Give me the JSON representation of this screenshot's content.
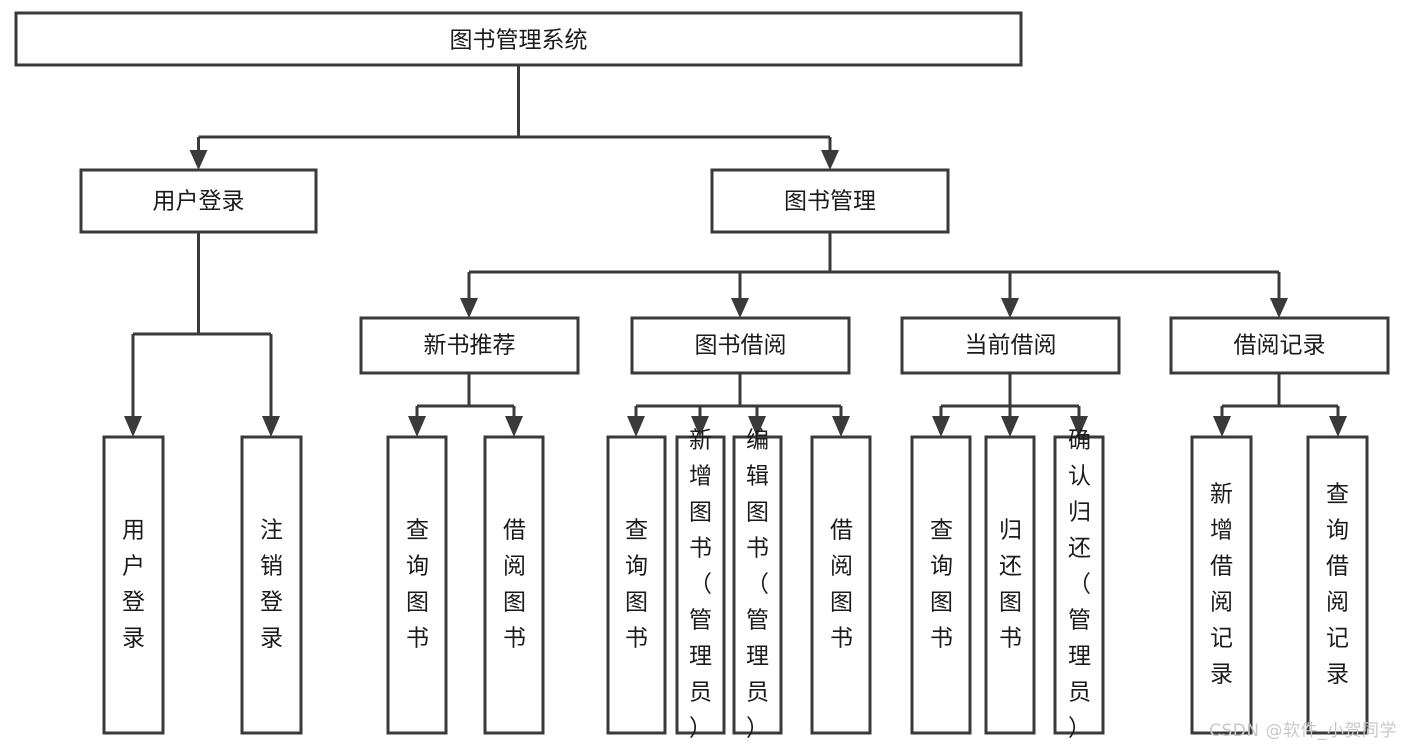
{
  "diagram": {
    "type": "tree-hierarchy",
    "title": "图书管理系统",
    "watermark": "CSDN @软件_小贺同学",
    "colors": {
      "background": "#ffffff",
      "box_fill": "#ffffff",
      "box_stroke": "#3a3a3a",
      "text": "#1b1b1b",
      "watermark": "#c9c9c9"
    },
    "levels": [
      {
        "level": 1,
        "nodes": [
          {
            "id": "root",
            "label": "图书管理系统",
            "orientation": "horizontal"
          }
        ]
      },
      {
        "level": 2,
        "nodes": [
          {
            "id": "user-login",
            "label": "用户登录",
            "orientation": "horizontal",
            "parent": "root"
          },
          {
            "id": "book-manage",
            "label": "图书管理",
            "orientation": "horizontal",
            "parent": "root"
          }
        ]
      },
      {
        "level": 3,
        "nodes": [
          {
            "id": "new-book-rec",
            "label": "新书推荐",
            "orientation": "horizontal",
            "parent": "book-manage"
          },
          {
            "id": "book-borrow",
            "label": "图书借阅",
            "orientation": "horizontal",
            "parent": "book-manage"
          },
          {
            "id": "current-borrow",
            "label": "当前借阅",
            "orientation": "horizontal",
            "parent": "book-manage"
          },
          {
            "id": "borrow-record",
            "label": "借阅记录",
            "orientation": "horizontal",
            "parent": "book-manage"
          }
        ]
      },
      {
        "level": 4,
        "nodes": [
          {
            "id": "leaf-user-login",
            "label": "用户登录",
            "orientation": "vertical",
            "parent": "user-login"
          },
          {
            "id": "leaf-logout",
            "label": "注销登录",
            "orientation": "vertical",
            "parent": "user-login"
          },
          {
            "id": "leaf-query-book-1",
            "label": "查询图书",
            "orientation": "vertical",
            "parent": "new-book-rec"
          },
          {
            "id": "leaf-borrow-book-1",
            "label": "借阅图书",
            "orientation": "vertical",
            "parent": "new-book-rec"
          },
          {
            "id": "leaf-query-book-2",
            "label": "查询图书",
            "orientation": "vertical",
            "parent": "book-borrow"
          },
          {
            "id": "leaf-add-book",
            "label": "新增图书（管理员）",
            "orientation": "vertical",
            "parent": "book-borrow"
          },
          {
            "id": "leaf-edit-book",
            "label": "编辑图书（管理员）",
            "orientation": "vertical",
            "parent": "book-borrow"
          },
          {
            "id": "leaf-borrow-book-2",
            "label": "借阅图书",
            "orientation": "vertical",
            "parent": "book-borrow"
          },
          {
            "id": "leaf-query-book-3",
            "label": "查询图书",
            "orientation": "vertical",
            "parent": "current-borrow"
          },
          {
            "id": "leaf-return-book",
            "label": "归还图书",
            "orientation": "vertical",
            "parent": "current-borrow"
          },
          {
            "id": "leaf-confirm-return",
            "label": "确认归还（管理员）",
            "orientation": "vertical",
            "parent": "current-borrow"
          },
          {
            "id": "leaf-add-record",
            "label": "新增借阅记录",
            "orientation": "vertical",
            "parent": "borrow-record"
          },
          {
            "id": "leaf-query-record",
            "label": "查询借阅记录",
            "orientation": "vertical",
            "parent": "borrow-record"
          }
        ]
      }
    ]
  },
  "labels": {
    "root": "图书管理系统",
    "user_login": "用户登录",
    "book_manage": "图书管理",
    "new_book_rec": "新书推荐",
    "book_borrow": "图书借阅",
    "current_borrow": "当前借阅",
    "borrow_record": "借阅记录",
    "leaf_user_login": "用户登录",
    "leaf_logout": "注销登录",
    "leaf_query_book_1": "查询图书",
    "leaf_borrow_book_1": "借阅图书",
    "leaf_query_book_2": "查询图书",
    "leaf_add_book": "新增图书（管理员）",
    "leaf_edit_book": "编辑图书（管理员）",
    "leaf_borrow_book_2": "借阅图书",
    "leaf_query_book_3": "查询图书",
    "leaf_return_book": "归还图书",
    "leaf_confirm_return": "确认归还（管理员）",
    "leaf_add_record": "新增借阅记录",
    "leaf_query_record": "查询借阅记录",
    "watermark": "CSDN @软件_小贺同学"
  }
}
